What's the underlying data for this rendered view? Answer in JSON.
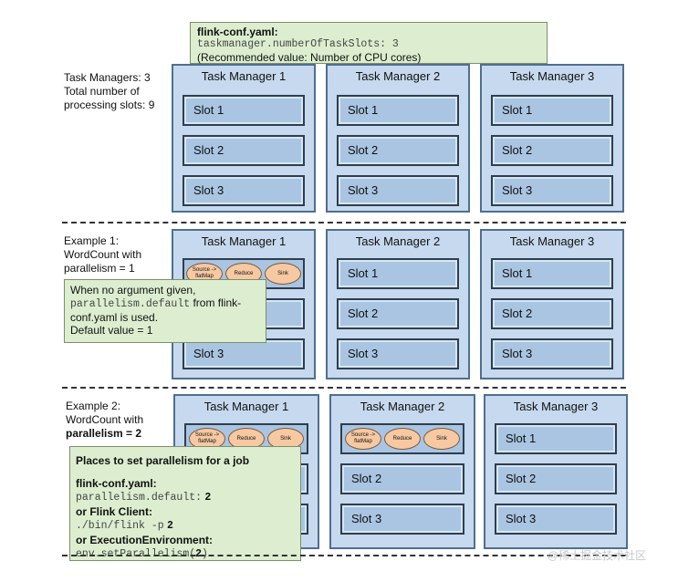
{
  "top_callout": {
    "title": "flink-conf.yaml:",
    "code": "taskmanager.numberOfTaskSlots: 3",
    "note": "(Recommended value: Number of CPU cores)"
  },
  "section1": {
    "label_line1": "Task Managers: 3",
    "label_line2": "Total number of",
    "label_line3": "processing slots: 9",
    "managers": [
      {
        "title": "Task Manager 1",
        "slots": [
          "Slot 1",
          "Slot 2",
          "Slot 3"
        ]
      },
      {
        "title": "Task Manager 2",
        "slots": [
          "Slot 1",
          "Slot 2",
          "Slot 3"
        ]
      },
      {
        "title": "Task Manager 3",
        "slots": [
          "Slot 1",
          "Slot 2",
          "Slot 3"
        ]
      }
    ]
  },
  "section2": {
    "label_line1": "Example 1:",
    "label_line2": "WordCount with",
    "label_line3": "parallelism = 1",
    "managers": [
      {
        "title": "Task Manager 1",
        "slot3": "Slot 3"
      },
      {
        "title": "Task Manager 2",
        "slots": [
          "Slot 1",
          "Slot 2",
          "Slot 3"
        ]
      },
      {
        "title": "Task Manager 3",
        "slots": [
          "Slot 1",
          "Slot 2",
          "Slot 3"
        ]
      }
    ],
    "operators": [
      "Source -> flatMap",
      "Reduce",
      "Sink"
    ],
    "callout": {
      "line1": "When no argument given,",
      "code": "parallelism.default",
      "line2a": " from flink-",
      "line3": "conf.yaml is used.",
      "line4": "Default value = 1"
    }
  },
  "section3": {
    "label_line1": "Example 2:",
    "label_line2": "WordCount with",
    "label_bold": "parallelism = 2",
    "managers": [
      {
        "title": "Task Manager 1"
      },
      {
        "title": "Task Manager 2",
        "slots": [
          "Slot 2",
          "Slot 3"
        ]
      },
      {
        "title": "Task Manager 3",
        "slots": [
          "Slot 1",
          "Slot 2",
          "Slot 3"
        ]
      }
    ],
    "operators": [
      "Source -> flatMap",
      "Reduce",
      "Sink"
    ],
    "callout": {
      "title": "Places to set parallelism for a job",
      "h1": "flink-conf.yaml:",
      "c1": "parallelism.default:",
      "c1v": "2",
      "h2": "or Flink Client:",
      "c2": "./bin/flink -p",
      "c2v": "2",
      "h3": "or ExecutionEnvironment:",
      "c3": "env.setParallelism(",
      "c3v": "2",
      "c3e": ")"
    }
  },
  "watermark": "@稀土掘金技术社区"
}
